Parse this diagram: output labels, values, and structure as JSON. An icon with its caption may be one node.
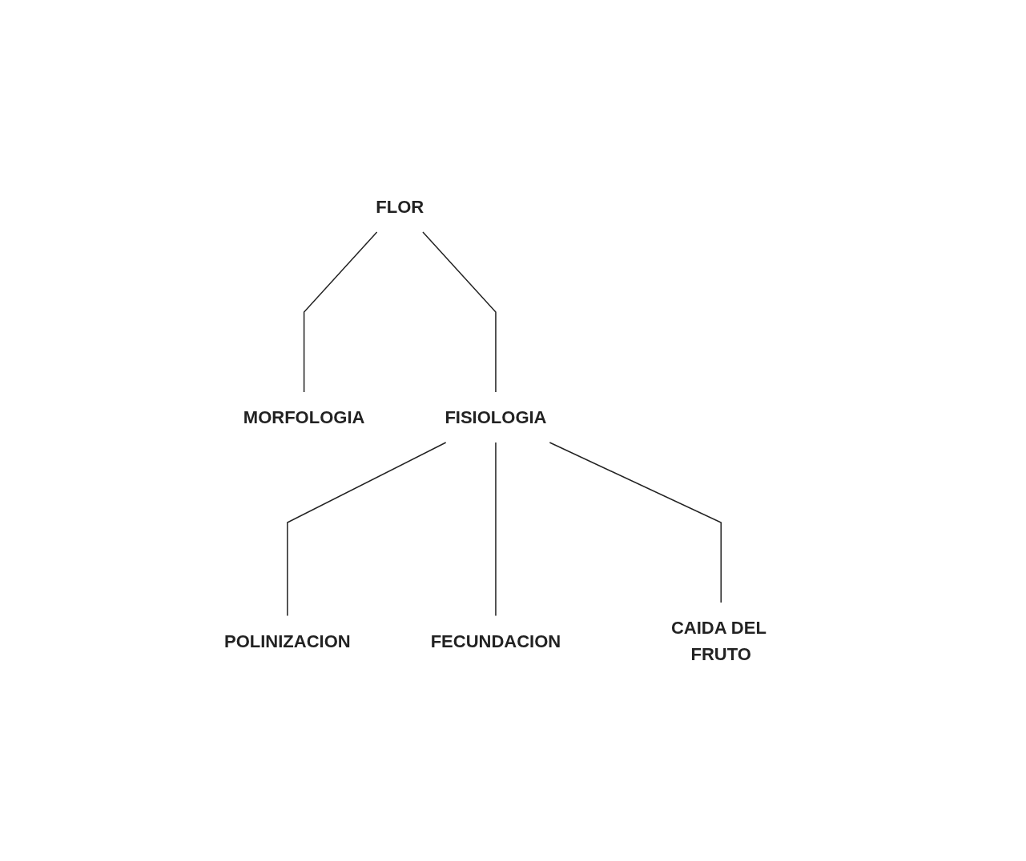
{
  "diagram": {
    "nodes": [
      {
        "text": [
          "FLOR"
        ]
      },
      {
        "text": [
          "MORFOLOGIA"
        ]
      },
      {
        "text": [
          "FISIOLOGIA"
        ]
      },
      {
        "text": [
          "POLINIZACION"
        ]
      },
      {
        "text": [
          "FECUNDACION"
        ]
      },
      {
        "text": [
          "CAIDA DEL FRUTO"
        ]
      }
    ],
    "edges": [
      {
        "from": 0,
        "to": 1,
        "arrow": "none"
      },
      {
        "from": 0,
        "to": 2,
        "arrow": "none"
      },
      {
        "from": 2,
        "to": 3,
        "arrow": "none"
      },
      {
        "from": 2,
        "to": 4,
        "arrow": "none"
      },
      {
        "from": 2,
        "to": 5,
        "arrow": "none"
      }
    ]
  }
}
